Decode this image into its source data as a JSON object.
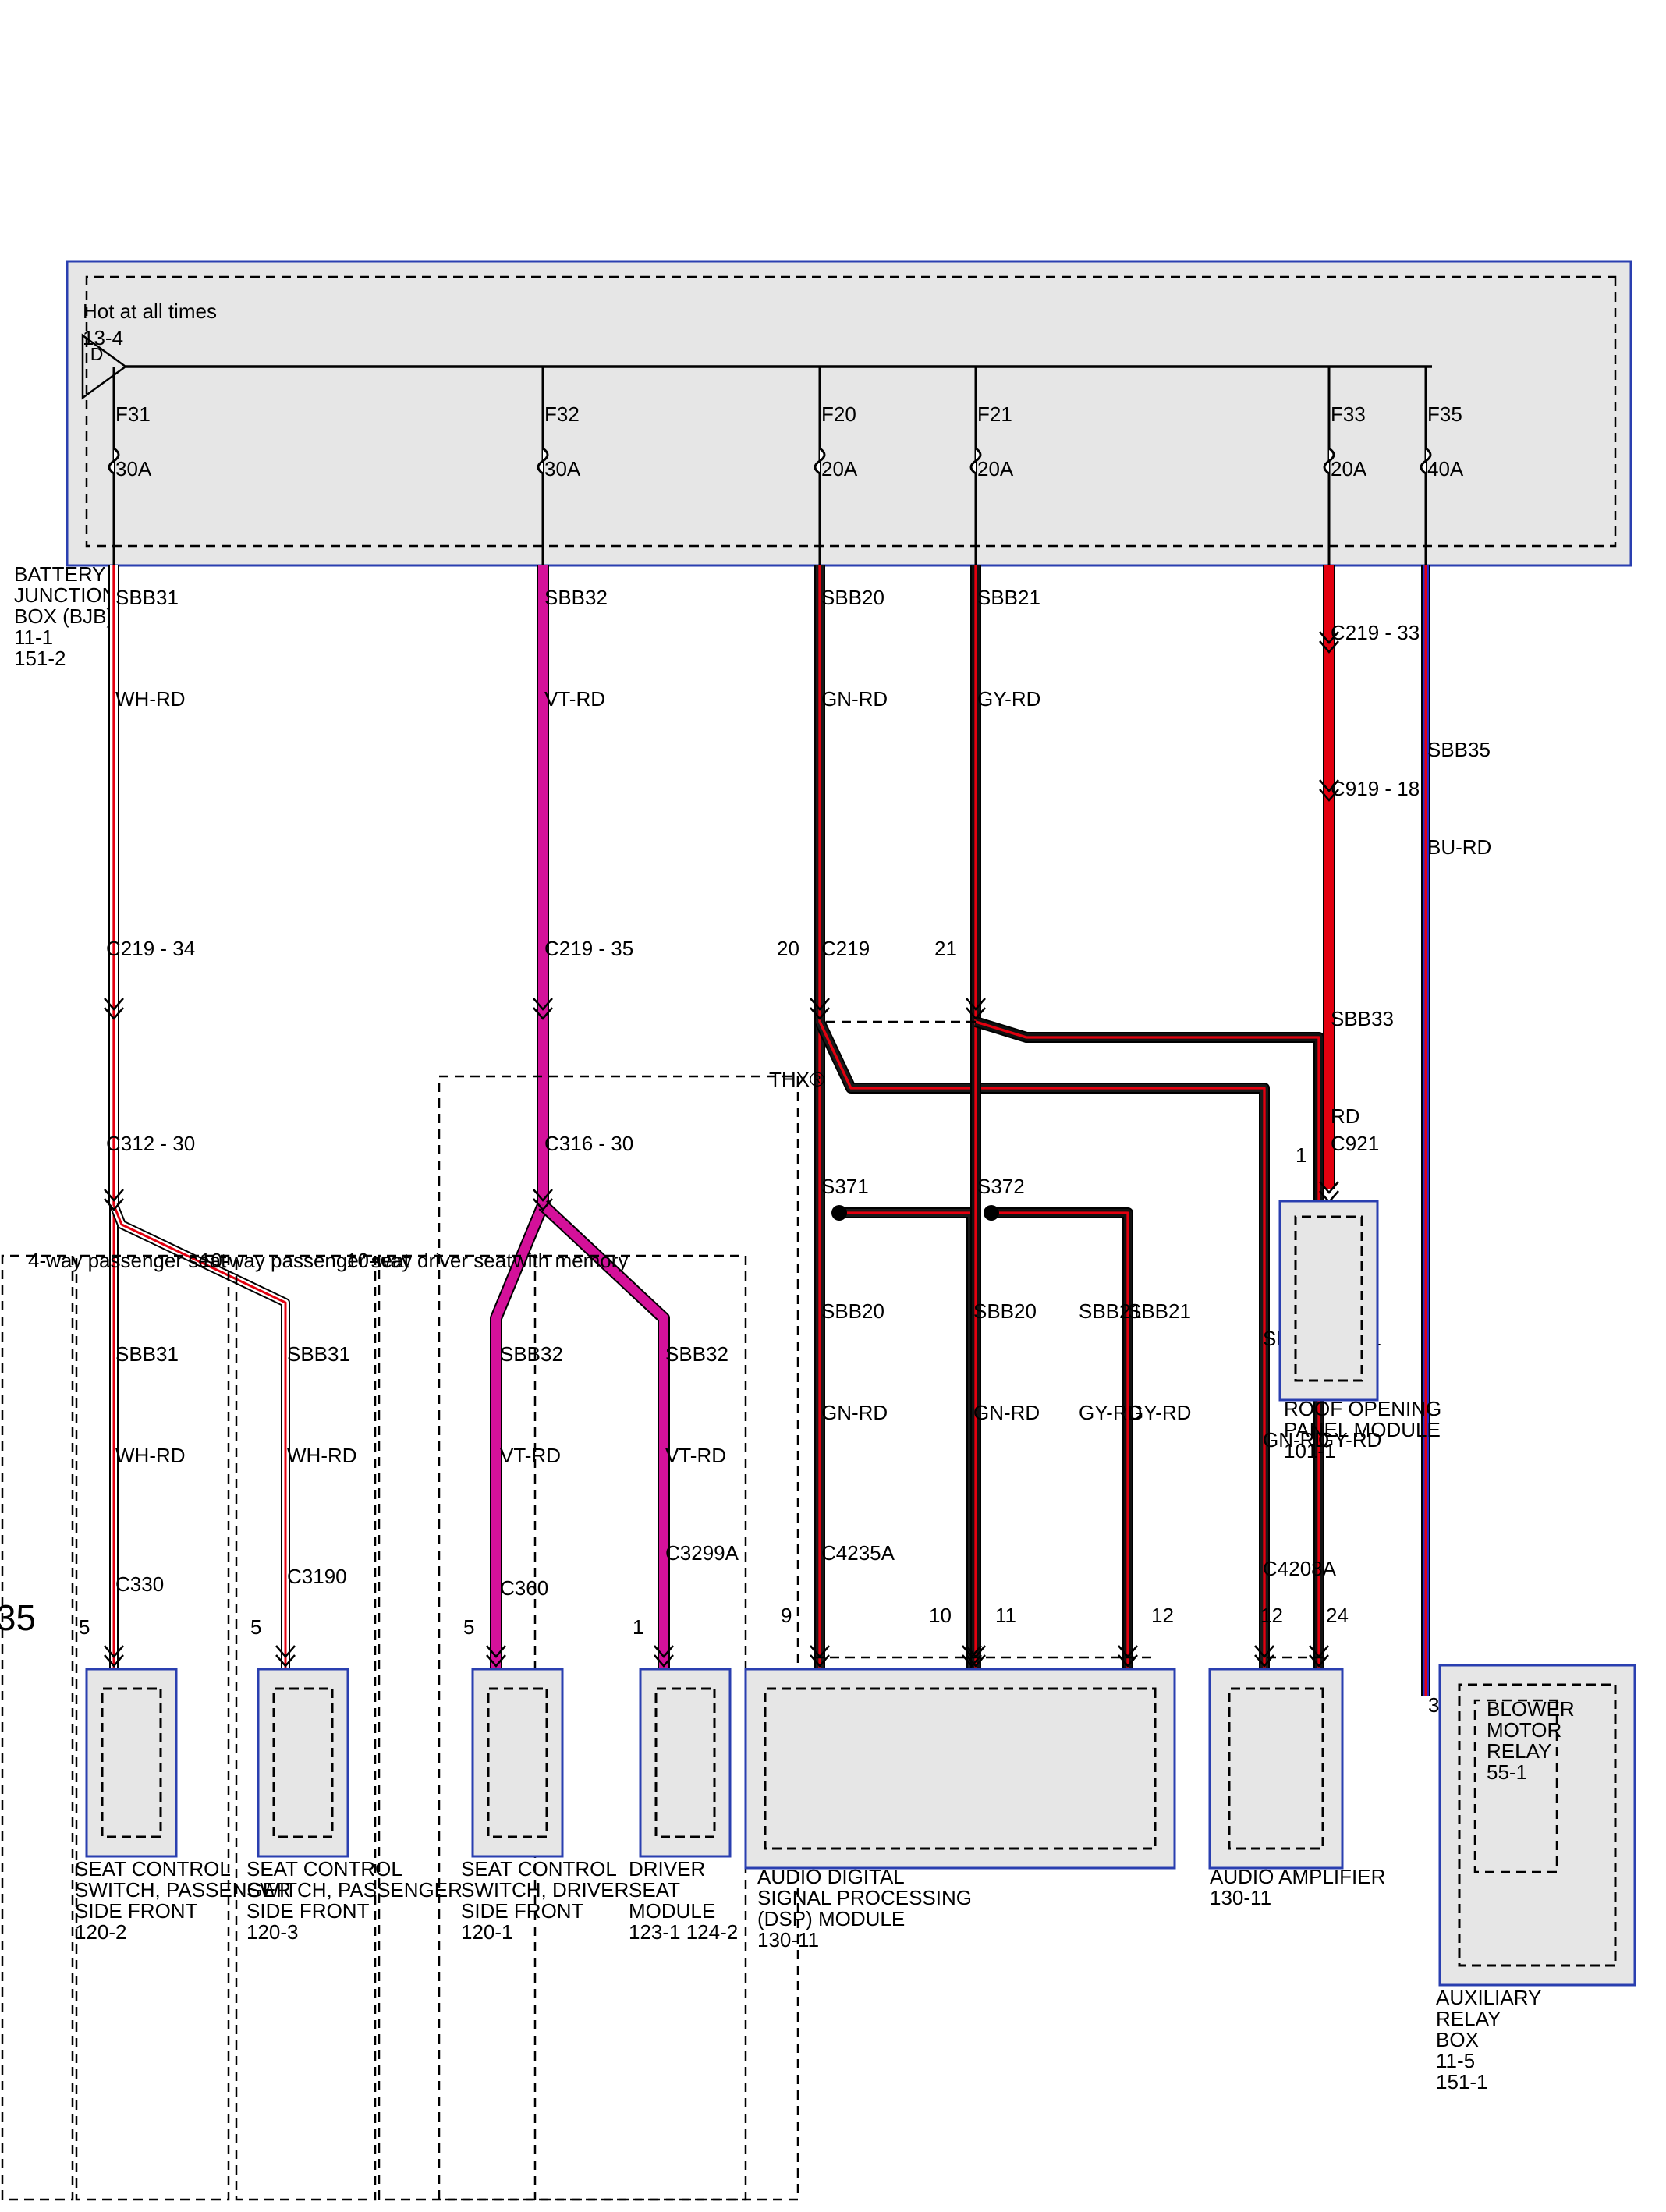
{
  "title": "F20, F21, F31, F32, F33, F35",
  "bjb": {
    "hot_note": "Hot at all times",
    "hot_ref": "13-4",
    "hot_tag": "D",
    "label": [
      "BATTERY",
      "JUNCTION",
      "BOX (BJB)",
      "11-1",
      "151-2"
    ]
  },
  "fuses": [
    {
      "id": "F31",
      "rating": "30A"
    },
    {
      "id": "F32",
      "rating": "30A"
    },
    {
      "id": "F20",
      "rating": "20A"
    },
    {
      "id": "F21",
      "rating": "20A"
    },
    {
      "id": "F33",
      "rating": "20A"
    },
    {
      "id": "F35",
      "rating": "40A"
    }
  ],
  "wires": {
    "sbb31": "SBB31",
    "wh_rd": "WH-RD",
    "sbb32": "SBB32",
    "vt_rd": "VT-RD",
    "sbb20": "SBB20",
    "gn_rd": "GN-RD",
    "sbb21": "SBB21",
    "gy_rd": "GY-RD",
    "sbb33": "SBB33",
    "rd": "RD",
    "sbb35": "SBB35",
    "bu_rd": "BU-RD"
  },
  "wire_colors": {
    "white": "#ffffff",
    "red": "#e3000f",
    "violet": "#d4119a",
    "green": "#1a1a1a",
    "gray": "#111111",
    "blue": "#2a2acc"
  },
  "connectors": {
    "c219_34": "C219 - 34",
    "c219_35": "C219 - 35",
    "c219": "C219",
    "pin20": "20",
    "pin21": "21",
    "c219_33": "C219 - 33",
    "c919_18": "C919 - 18",
    "c921": "C921",
    "pin1": "1",
    "c312_30": "C312 - 30",
    "c316_30": "C316 - 30",
    "c330": "C330",
    "c3190": "C3190",
    "c360": "C360",
    "c3299a": "C3299A",
    "pin5": "5",
    "c4235a": "C4235A",
    "c4208a": "C4208A",
    "pin9": "9",
    "pin10": "10",
    "pin11": "11",
    "pin12": "12",
    "pin24": "24",
    "pin3": "3"
  },
  "splices": {
    "s371": "S371",
    "s372": "S372"
  },
  "options": {
    "thx": "THX®",
    "way4": "4-way passenger seat",
    "way10p": "10-way passenger seat",
    "way10d": "10-way driver seat",
    "memory": "with memory"
  },
  "components": {
    "seat_pass_4": [
      "SEAT CONTROL",
      "SWITCH, PASSENGER",
      "SIDE FRONT",
      "120-2"
    ],
    "seat_pass_10": [
      "SEAT CONTROL",
      "SWITCH, PASSENGER",
      "SIDE FRONT",
      "120-3"
    ],
    "seat_driver": [
      "SEAT CONTROL",
      "SWITCH, DRIVER",
      "SIDE FRONT",
      "120-1"
    ],
    "driver_module": [
      "DRIVER",
      "SEAT",
      "MODULE",
      "123-1    124-2"
    ],
    "dsp": [
      "AUDIO DIGITAL",
      "SIGNAL PROCESSING",
      "(DSP) MODULE",
      "130-11"
    ],
    "amp": [
      "AUDIO AMPLIFIER",
      "130-11"
    ],
    "roof": [
      "ROOF OPENING",
      "PANEL MODULE",
      "101-1"
    ],
    "relay_inner": [
      "BLOWER",
      "MOTOR",
      "RELAY",
      "55-1"
    ],
    "relay_box": [
      "AUXILIARY",
      "RELAY",
      "BOX",
      "11-5",
      "151-1"
    ]
  }
}
